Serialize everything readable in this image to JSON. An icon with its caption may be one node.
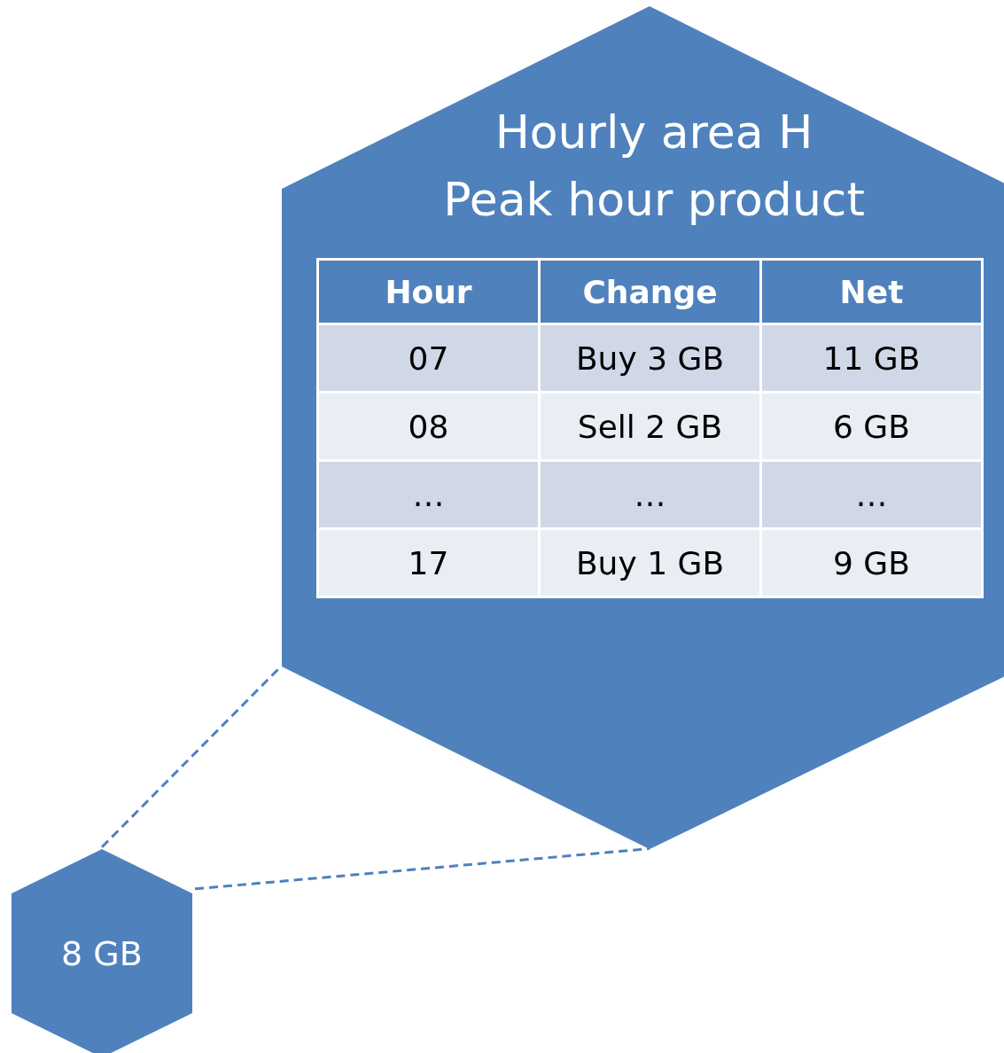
{
  "diagram": {
    "nodes": [
      {
        "text": [
          "Hourly area H",
          "Peak hour product"
        ]
      },
      {
        "text": [
          "8 GB"
        ]
      }
    ],
    "edges": [
      {
        "from": 1,
        "to": 0,
        "arrow": "none",
        "style": "dashed"
      },
      {
        "from": 1,
        "to": 0,
        "arrow": "none",
        "style": "dashed"
      }
    ],
    "labels": [
      "Hour",
      "Change",
      "Net",
      "07",
      "Buy 3 GB",
      "11 GB",
      "08",
      "Sell 2 GB",
      "6 GB",
      "…",
      "…",
      "…",
      "17",
      "Buy 1 GB",
      "9 GB"
    ]
  }
}
